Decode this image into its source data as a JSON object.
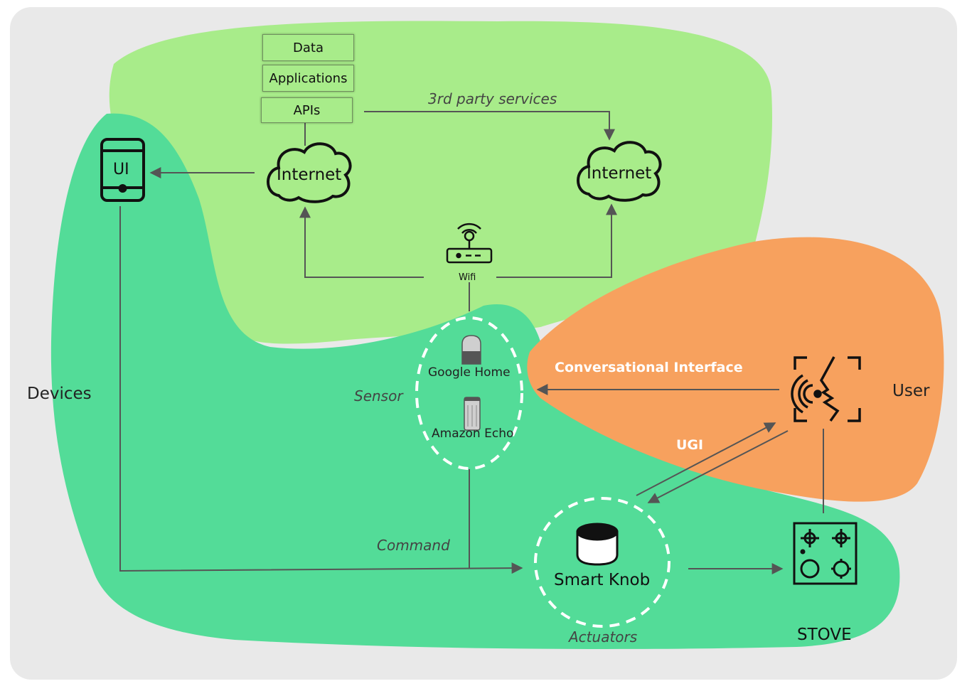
{
  "stack_boxes": [
    "Data",
    "Applications",
    "APIs"
  ],
  "labels": {
    "third_party": "3rd party services",
    "internet_left": "Internet",
    "internet_right": "Internet",
    "ui": "UI",
    "wifi": "Wifi",
    "devices": "Devices",
    "sensor": "Sensor",
    "google_home": "Google Home",
    "amazon_echo": "Amazon Echo",
    "conversational": "Conversational Interface",
    "user": "User",
    "ugi": "UGI",
    "command": "Command",
    "smart_knob": "Smart Knob",
    "actuators": "Actuators",
    "stove": "STOVE"
  },
  "colors": {
    "background": "#e9e9e9",
    "light_green": "#a8ec8a",
    "green": "#53dc98",
    "orange": "#f7a15e",
    "line": "#555555"
  }
}
